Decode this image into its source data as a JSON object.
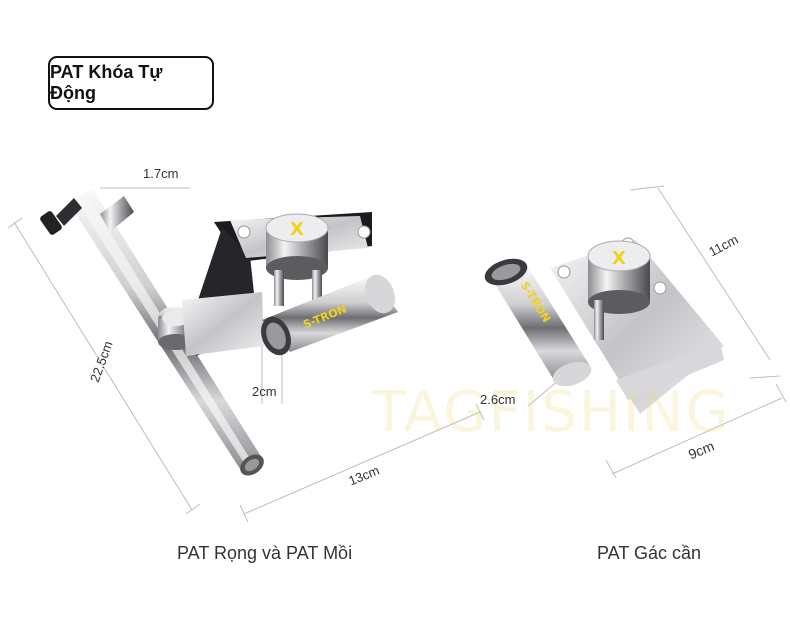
{
  "title": "PAT Khóa Tự Động",
  "watermark": "TAGFISHING",
  "left_product": {
    "caption": "PAT Rọng và PAT Mồi",
    "dimensions": {
      "length": "22.5cm",
      "width": "13cm",
      "knob": "1.7cm",
      "tube": "2cm"
    }
  },
  "right_product": {
    "caption": "PAT Gác cần",
    "dimensions": {
      "height": "11cm",
      "width": "9cm",
      "tube": "2.6cm"
    }
  },
  "colors": {
    "chrome_light": "#e8e8ea",
    "chrome_dark": "#3a3a3e",
    "logo_yellow": "#f2d21b",
    "dim_line": "#b8b8b8"
  },
  "logo_icon": "x-logo-icon"
}
